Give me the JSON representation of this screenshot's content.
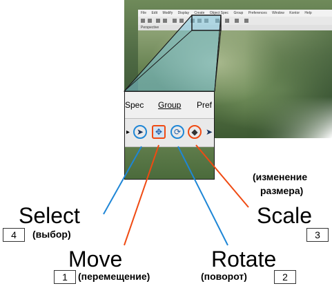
{
  "background_app": {
    "menu_items": [
      "File",
      "Edit",
      "Modify",
      "Display",
      "Create",
      "Object Spec",
      "Group",
      "Preferences",
      "Window",
      "Kontor",
      "Help"
    ],
    "view_label": "Perspective"
  },
  "zoom": {
    "menu_items": [
      "Spec",
      "Group",
      "Pref"
    ]
  },
  "labels": {
    "select": {
      "title": "Select",
      "sub": "(выбор)",
      "num": "4"
    },
    "move": {
      "title": "Move",
      "sub": "(перемещение)",
      "num": "1"
    },
    "rotate": {
      "title": "Rotate",
      "sub": "(поворот)",
      "num": "2"
    },
    "scale": {
      "title": "Scale",
      "sub_line1": "(изменение",
      "sub_line2": "размера)",
      "num": "3"
    }
  },
  "colors": {
    "blue": "#1e86d6",
    "orange": "#f04a12",
    "frame": "#1a1a1a",
    "lens_fill": "#7fc7dc"
  },
  "icons": {
    "select": "cursor-arrow-icon",
    "move": "move-arrows-icon",
    "rotate": "rotate-icon",
    "scale": "scale-icon"
  }
}
